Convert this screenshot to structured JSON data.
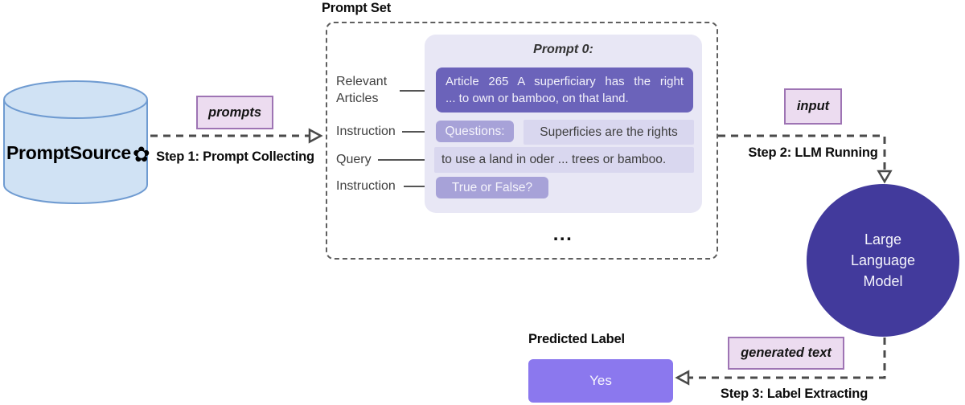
{
  "database": {
    "name": "PromptSource",
    "logo_glyph": "✿"
  },
  "chips": {
    "prompts": "prompts",
    "input": "input",
    "generated_text": "generated text"
  },
  "steps": {
    "step1": "Step 1: Prompt Collecting",
    "step2": "Step 2: LLM Running",
    "step3": "Step 3: Label Extracting"
  },
  "prompt_set": {
    "title": "Prompt Set",
    "prompt0_title": "Prompt 0:",
    "row_labels": {
      "relevant_line1": "Relevant",
      "relevant_line2": "Articles",
      "instruction1": "Instruction",
      "query": "Query",
      "instruction2": "Instruction"
    },
    "article_line1": "Article 265 A superficiary has the right",
    "article_line2": "... to own  or bamboo, on that land.",
    "instruction1_text": "Questions:",
    "query_text_part1": "Superficies are the rights",
    "query_text_part2": "to use a land in oder ... trees or bamboo.",
    "instruction2_text": "True or False?",
    "ellipsis": "..."
  },
  "llm": {
    "line1": "Large",
    "line2": "Language",
    "line3": "Model"
  },
  "output": {
    "title": "Predicted Label",
    "value": "Yes"
  },
  "colors": {
    "cylinder_fill": "#d0e2f4",
    "cylinder_stroke": "#6f9bd1",
    "chip_bg": "#ecdcf0",
    "chip_border": "#9e74b4",
    "panel_bg": "#e8e7f5",
    "article_bg": "#6b63ba",
    "mid_purple_bg": "#a7a2d8",
    "light_purple_bg": "#d9d7ef",
    "llm_circle_bg": "#423a9c",
    "yes_box_bg": "#8b78ee",
    "connector": "#4a4a4a"
  }
}
